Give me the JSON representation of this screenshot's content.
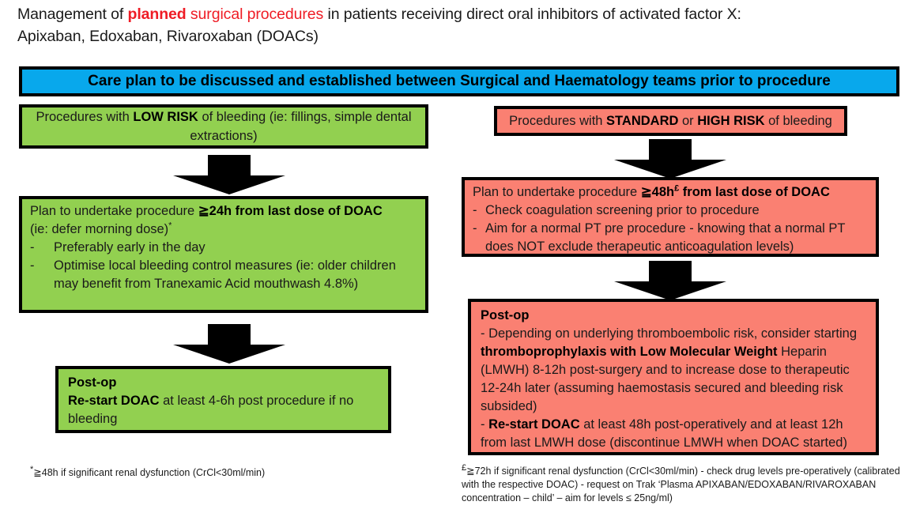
{
  "title": {
    "line1_a": "Management of ",
    "line1_b": "planned",
    "line1_c": " surgical procedures",
    "line1_d": " in patients receiving direct oral inhibitors of activated factor X:",
    "line2": "Apixaban, Edoxaban, Rivaroxaban (DOACs)"
  },
  "banner": {
    "text": "Care plan to be discussed and established between Surgical and Haematology teams prior to procedure",
    "color": "#08a8ec"
  },
  "colors": {
    "green": "#92d050",
    "red": "#fa8072",
    "blue": "#08a8ec",
    "accent_red_text": "#ef1c25",
    "border": "#000000"
  },
  "left_branch": {
    "risk_box": {
      "a": "Procedures with ",
      "b": "LOW RISK",
      "c": " of bleeding (ie: fillings, simple dental extractions)"
    },
    "plan_box": {
      "line1_a": "Plan to undertake procedure ",
      "line1_b": "≧24h from last dose of DOAC",
      "line2": "(ie: defer morning dose)",
      "line2_sup": "*",
      "bullets": [
        "Preferably early in the day",
        "Optimise local bleeding control measures (ie: older children may benefit from Tranexamic Acid mouthwash 4.8%)"
      ]
    },
    "postop_box": {
      "heading": "Post-op",
      "line_a": "Re-start DOAC",
      "line_b": " at least 4-6h post procedure if no bleeding"
    }
  },
  "right_branch": {
    "risk_box": {
      "a": "Procedures with ",
      "b": "STANDARD",
      "c": " or ",
      "d": "HIGH RISK",
      "e": " of bleeding"
    },
    "plan_box": {
      "line1_a": "Plan to undertake procedure ",
      "line1_b": "≧48h",
      "line1_sup": "£",
      "line1_c": " from last dose of DOAC",
      "bullets": [
        "Check coagulation screening prior to procedure",
        "Aim for a normal PT pre procedure - knowing that a normal PT does NOT exclude therapeutic anticoagulation levels)"
      ]
    },
    "postop_box": {
      "heading": "Post-op",
      "p1_a": "- Depending on underlying thromboembolic risk, consider starting ",
      "p1_b": "thromboprophylaxis with Low Molecular Weight",
      "p1_c": " Heparin (LMWH) 8-12h post-surgery and to increase dose to therapeutic 12-24h later (assuming haemostasis secured and bleeding risk subsided)",
      "p2_a": "- ",
      "p2_b": "Re-start DOAC",
      "p2_c": " at least 48h post-operatively and at least 12h from last LMWH dose (discontinue LMWH when DOAC started)"
    }
  },
  "footnotes": {
    "left": {
      "marker": "*",
      "text": "≧48h if significant renal dysfunction (CrCl<30ml/min)"
    },
    "right": {
      "marker": "£",
      "text": "≧72h if significant renal dysfunction (CrCl<30ml/min) - check drug levels pre-operatively (calibrated with the respective DOAC) - request on Trak ‘Plasma APIXABAN/EDOXABAN/RIVAROXABAN concentration – child’ – aim for levels ≤ 25ng/ml)"
    }
  },
  "arrows": {
    "count": 4,
    "icon": "down-arrow-icon",
    "color": "#000000"
  }
}
